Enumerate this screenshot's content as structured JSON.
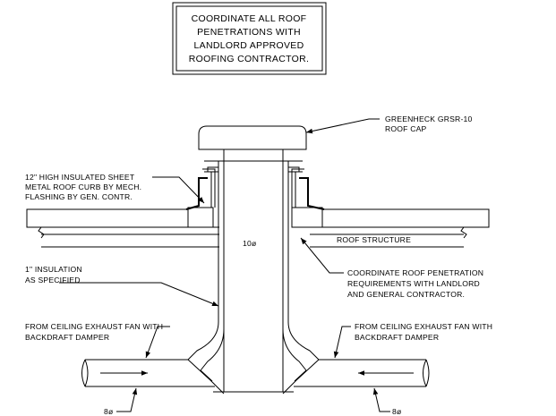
{
  "notes": {
    "coordination_box": [
      "COORDINATE ALL ROOF",
      "PENETRATIONS WITH",
      "LANDLORD APPROVED",
      "ROOFING CONTRACTOR."
    ]
  },
  "labels": {
    "roof_cap": [
      "GREENHECK GRSR-10",
      "ROOF CAP"
    ],
    "curb": [
      "12\" HIGH INSULATED SHEET",
      "METAL ROOF CURB BY MECH.",
      "FLASHING BY GEN. CONTR."
    ],
    "duct_size_main": "10ø",
    "roof_structure": "ROOF STRUCTURE",
    "coordinate_penetration": [
      "COORDINATE ROOF PENETRATION",
      "REQUIREMENTS WITH LANDLORD",
      "AND GENERAL CONTRACTOR."
    ],
    "insulation": [
      "1\" INSULATION",
      "AS SPECIFIED"
    ],
    "fan_left": [
      "FROM CEILING EXHAUST FAN WITH",
      "BACKDRAFT DAMPER"
    ],
    "fan_right": [
      "FROM CEILING EXHAUST FAN WITH",
      "BACKDRAFT DAMPER"
    ],
    "duct_size_left": "8ø",
    "duct_size_right": "8ø"
  }
}
